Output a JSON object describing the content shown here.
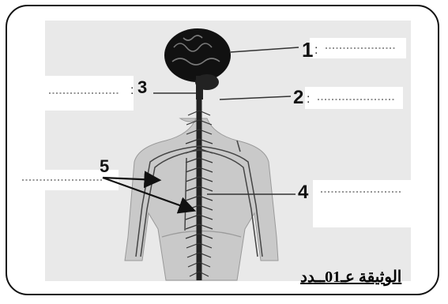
{
  "labels": {
    "n1": "1",
    "n2": "2",
    "n3": "3",
    "n4": "4",
    "n5": "5",
    "colon1": ":",
    "colon2": ":",
    "colon3": ":"
  },
  "caption": "الوثيقة عـ01ــدد",
  "colors": {
    "frame": "#111111",
    "figure_bg": "#e9e9e9",
    "body": "#c8c8c8",
    "nerve": "#333333"
  }
}
